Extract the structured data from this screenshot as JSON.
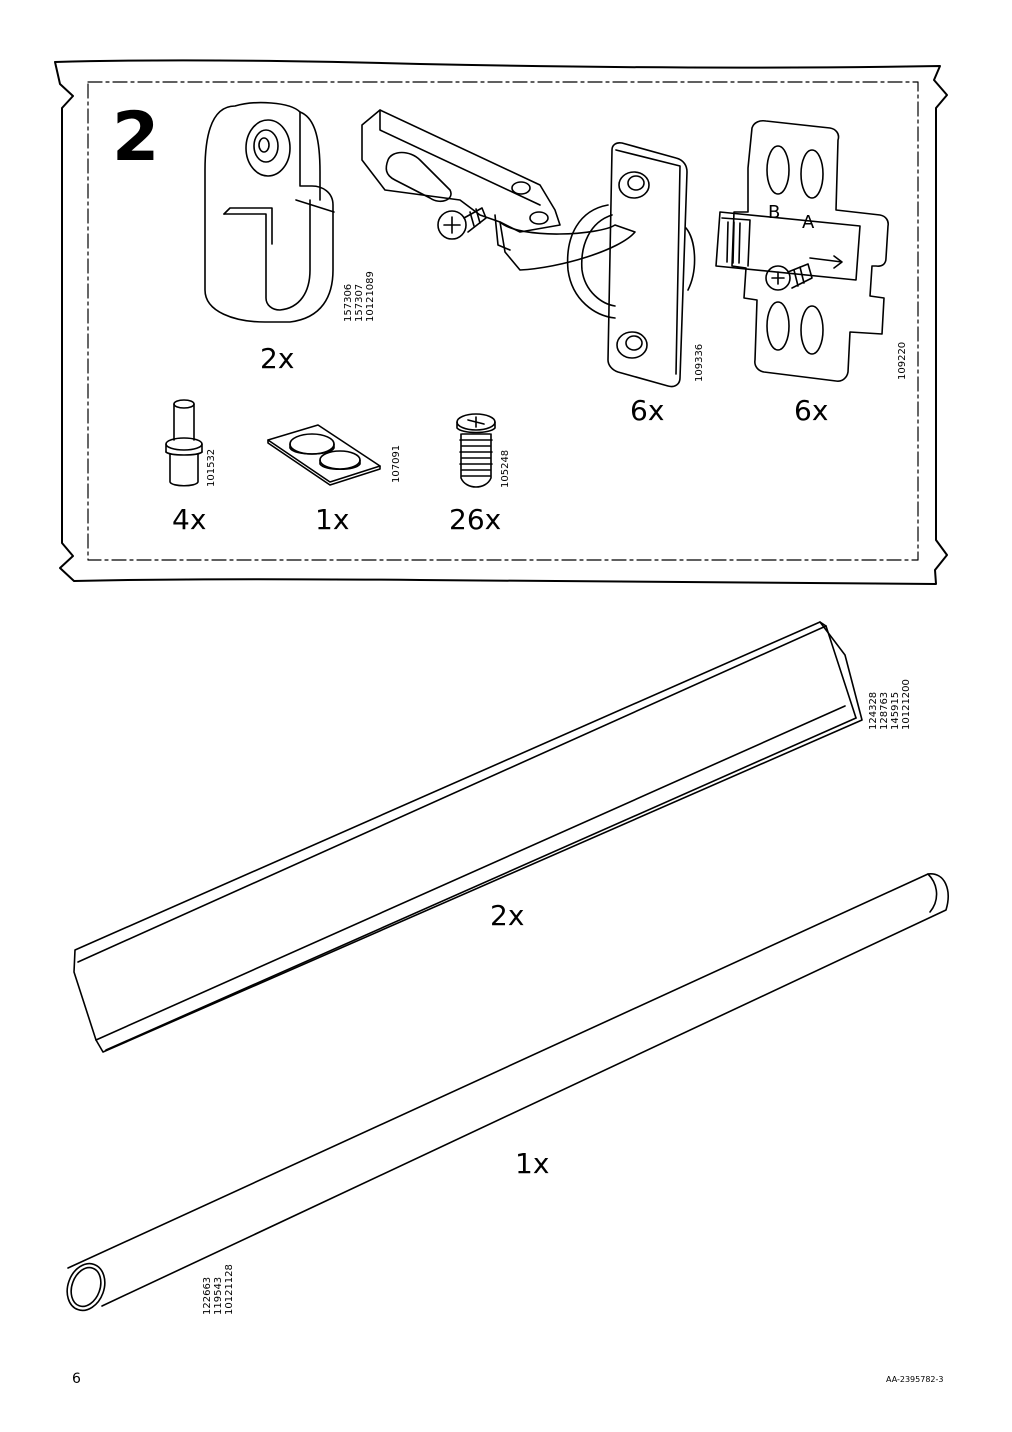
{
  "step": {
    "number": "2"
  },
  "parts": [
    {
      "name": "rail-bracket",
      "quantity": "2x",
      "codes": [
        "157306",
        "157307",
        "10121089"
      ]
    },
    {
      "name": "hinge",
      "quantity": "6x",
      "codes": [
        "109336"
      ]
    },
    {
      "name": "mounting-plate",
      "quantity": "6x",
      "codes": [
        "109220"
      ],
      "plate_marks": [
        "B",
        "A"
      ]
    },
    {
      "name": "shelf-pin",
      "quantity": "4x",
      "codes": [
        "101532"
      ]
    },
    {
      "name": "bumper-pad-sheet",
      "quantity": "1x",
      "codes": [
        "107091"
      ]
    },
    {
      "name": "screw",
      "quantity": "26x",
      "codes": [
        "105248"
      ]
    },
    {
      "name": "long-profile",
      "quantity": "2x",
      "codes": [
        "124328",
        "128763",
        "145915",
        "10121200"
      ]
    },
    {
      "name": "clothes-rail",
      "quantity": "1x",
      "codes": [
        "122663",
        "119543",
        "10121128"
      ]
    }
  ],
  "footer": {
    "page_number": "6",
    "doc_id": "AA-2395782-3"
  }
}
